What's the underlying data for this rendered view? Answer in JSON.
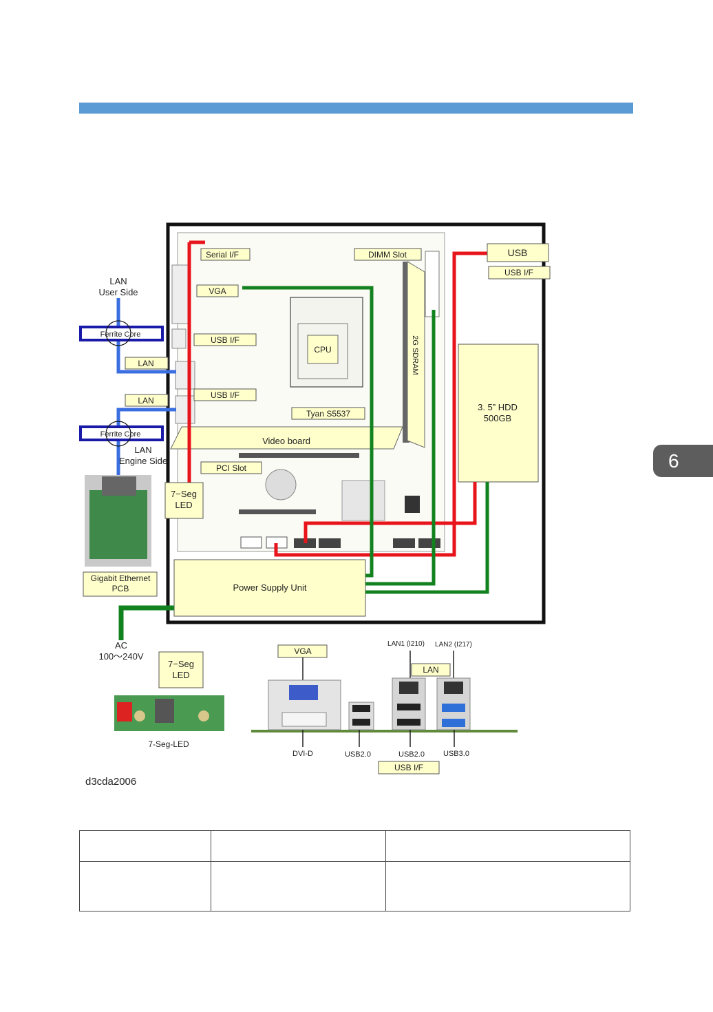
{
  "chapter": "6",
  "figure_id": "d3cda2006",
  "colors": {
    "header": "#5b9bd5",
    "red_line": "#e8141b",
    "green_line": "#12821f",
    "blue_line": "#3b6fe0",
    "ferrite": "#1a1aa8",
    "label_fill": "#ffffcc"
  },
  "board": {
    "serial_if": "Serial I/F",
    "dimm_slot": "DIMM Slot",
    "vga": "VGA",
    "usb_if_1": "USB I/F",
    "usb_if_2": "USB I/F",
    "cpu": "CPU",
    "sdram": "2G SDRAM",
    "tyan": "Tyan S5537",
    "video_board": "Video board",
    "pci_slot": "PCI Slot",
    "seg_led_line1": "7−Seg",
    "seg_led_line2": "LED",
    "psu": "Power Supply Unit",
    "hdd_line1": "3. 5” HDD",
    "hdd_line2": "500GB",
    "usb": "USB",
    "usb_if_right": "USB I/F"
  },
  "left": {
    "lan_user_line1": "LAN",
    "lan_user_line2": "User Side",
    "ferrite_1": "Ferrite Core",
    "lan_1": "LAN",
    "lan_2": "LAN",
    "ferrite_2": "Ferrite Core",
    "lan_engine_line1": "LAN",
    "lan_engine_line2": "Engine Side",
    "gigabit_line1": "Gigabit Ethernet",
    "gigabit_line2": "PCB",
    "ac_line1": "AC",
    "ac_line2": "100〜240V"
  },
  "bottom": {
    "seg_line1": "7−Seg",
    "seg_line2": "LED",
    "seg_caption": "7-Seg-LED",
    "vga": "VGA",
    "lan1": "LAN1 (I210)",
    "lan2": "LAN2 (I217)",
    "lan": "LAN",
    "dvi": "DVI-D",
    "usb20_a": "USB2.0",
    "usb20_b": "USB2.0",
    "usb30": "USB3.0",
    "usb_if": "USB I/F"
  }
}
